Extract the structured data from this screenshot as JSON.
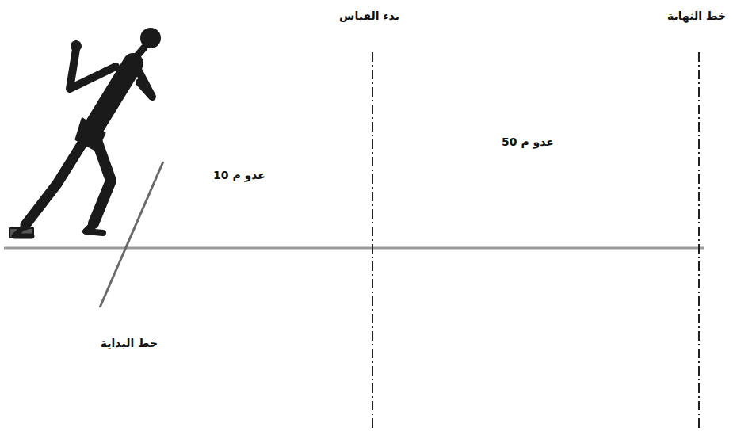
{
  "diagram": {
    "labels": [
      "بدء القياس",
      "خط النهاية",
      "عدو م 10",
      "عدو م 50",
      "خط البداية"
    ]
  }
}
